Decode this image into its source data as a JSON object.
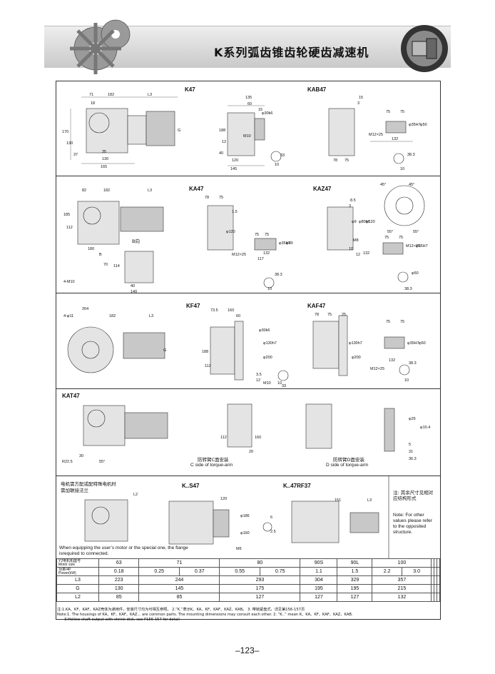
{
  "header": {
    "title": "K系列弧齿锥齿轮硬齿减速机"
  },
  "sections": {
    "k47": {
      "label": "K47",
      "dims": [
        "71",
        "182",
        "L3",
        "18",
        "170",
        "130",
        "37",
        "35",
        "130",
        "165",
        "G",
        "135",
        "60",
        "15",
        "188",
        "12",
        "M10",
        "120",
        "145",
        "40",
        "33",
        "10",
        "φ30k6"
      ]
    },
    "kab47": {
      "label": "KAB47",
      "dims": [
        "15",
        "3",
        "75",
        "75",
        "132",
        "φ35H7",
        "φ50",
        "M12×25",
        "78",
        "75",
        "38.3",
        "10"
      ]
    },
    "ka47": {
      "label": "KA47",
      "dims": [
        "82",
        "182",
        "L3",
        "185",
        "112",
        "180",
        "B",
        "70",
        "114",
        "4-M10",
        "40",
        "140",
        "78",
        "75",
        "1.5",
        "φ120",
        "75",
        "75",
        "132",
        "φ35H7",
        "φ50",
        "M12×25",
        "117",
        "38.3",
        "10"
      ],
      "view": "B向"
    },
    "kaz47": {
      "label": "KAZ47",
      "dims": [
        "45°",
        "45°",
        "8.5",
        "3",
        "φ9",
        "φ80h6",
        "φ120",
        "M8",
        "10",
        "12",
        "55°",
        "55°",
        "75",
        "75",
        "132",
        "M12×25",
        "φ35H7",
        "φ50",
        "38.3",
        "10"
      ]
    },
    "kf47": {
      "label": "KF47",
      "dims": [
        "4-φ11",
        "264",
        "182",
        "L3",
        "G",
        "73.5",
        "160",
        "60",
        "188",
        "112",
        "φ30k6",
        "φ130h7",
        "φ200",
        "3.5",
        "12",
        "M10",
        "10",
        "33"
      ]
    },
    "kaf47": {
      "label": "KAF47",
      "dims": [
        "78",
        "75",
        "25",
        "φ130h7",
        "φ200",
        "75",
        "75",
        "132",
        "φ35H7",
        "φ50",
        "M12×25",
        "38.3",
        "10"
      ]
    },
    "kat47": {
      "label": "KAT47",
      "dims": [
        "30",
        "R22.5",
        "55°",
        "112",
        "160",
        "20",
        "φ25",
        "φ10.4",
        "31",
        "36.3",
        "5"
      ],
      "side_c_zh": "防转臂C面安装",
      "side_c_en": "C side of torque-arm",
      "side_d_zh": "防转臂D面安装",
      "side_d_en": "D side of torque-arm"
    },
    "flange": {
      "zh_line1": "电机需方配或配特殊电机时",
      "zh_line2": "需加联接法兰",
      "dim": "L2",
      "en": "When equipping the user’s motor or the special one, the flange isrequired to connected."
    },
    "ks47": {
      "label": "K..S47",
      "dims": [
        "120",
        "φ186",
        "φ160",
        "6",
        "2.5",
        "M6"
      ]
    },
    "krf37": {
      "label": "K..47RF37",
      "dims": [
        "151",
        "L3"
      ]
    },
    "note_box": {
      "zh": "注: 其余尺寸见相对应结构形式",
      "en": "Note: For other values please refer to the opposited structure."
    }
  },
  "spec_table": {
    "rows": [
      {
        "head_zh": "Y2电机机座号",
        "head_en": "Motor size",
        "cells": [
          "63",
          "71",
          "80",
          "90S",
          "90L",
          "100"
        ]
      },
      {
        "head_zh": "功率/4P",
        "head_en": "Power(kW)",
        "cells": [
          "0.18",
          "0.25",
          "0.37",
          "0.55",
          "0.75",
          "1.1",
          "1.5",
          "2.2",
          "3.0"
        ]
      },
      {
        "head": "L3",
        "cells": [
          "223",
          "244",
          "293",
          "304",
          "329",
          "357"
        ]
      },
      {
        "head": "G",
        "cells": [
          "130",
          "145",
          "175",
          "195",
          "195",
          "215"
        ]
      },
      {
        "head": "L2",
        "cells": [
          "85",
          "85",
          "127",
          "127",
          "127",
          "132"
        ]
      }
    ]
  },
  "notes": {
    "line1": "注:1.KA、KF、KAF、KAZ壳体为通用件，安装尺寸均为可相互参照。 2.“K.”表示K、KA、KF、KAF、KAZ、KAB。  3. 带锁紧盘式，详见第156-157页",
    "line2": "Note:1. The housings of KA、KF、KAF、KAZ... are common parts. The mounting dimensions may consult each other.   2. “K..” mean K、KA、KF、KAF、KAZ、KAB.",
    "line3": "3.Hollow shaft output with shrink disk, see P156-157 for detail"
  },
  "page_number": "–123–"
}
